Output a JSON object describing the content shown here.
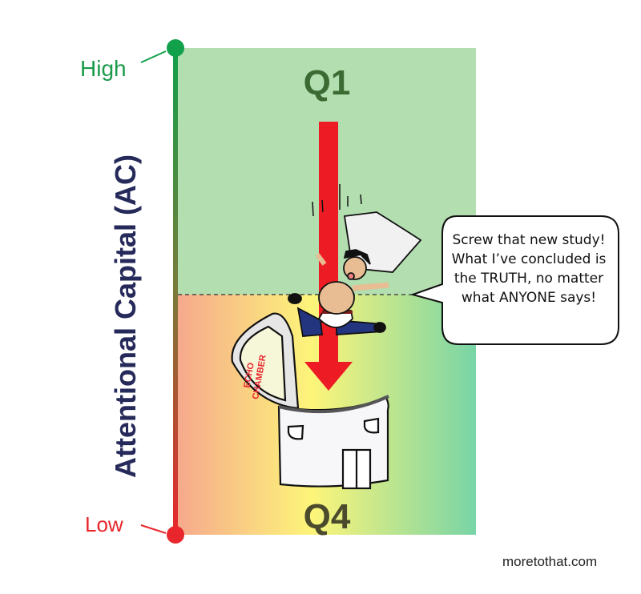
{
  "axis": {
    "title": "Attentional Capital (AC)",
    "high_label": "High",
    "low_label": "Low"
  },
  "quadrants": {
    "top": "Q1",
    "bottom": "Q4"
  },
  "speech_bubble": {
    "text": "Screw that new study! What I’ve concluded is the TRUTH, no matter what ANYONE says!"
  },
  "building_sign": {
    "line1": "ECHO",
    "line2": "CHAMBER"
  },
  "credit": "moretothat.com",
  "colors": {
    "high": "#1a9a4a",
    "low": "#e8262c",
    "arrow": "#ed1c24",
    "q1_bg": "#b3deb0"
  }
}
